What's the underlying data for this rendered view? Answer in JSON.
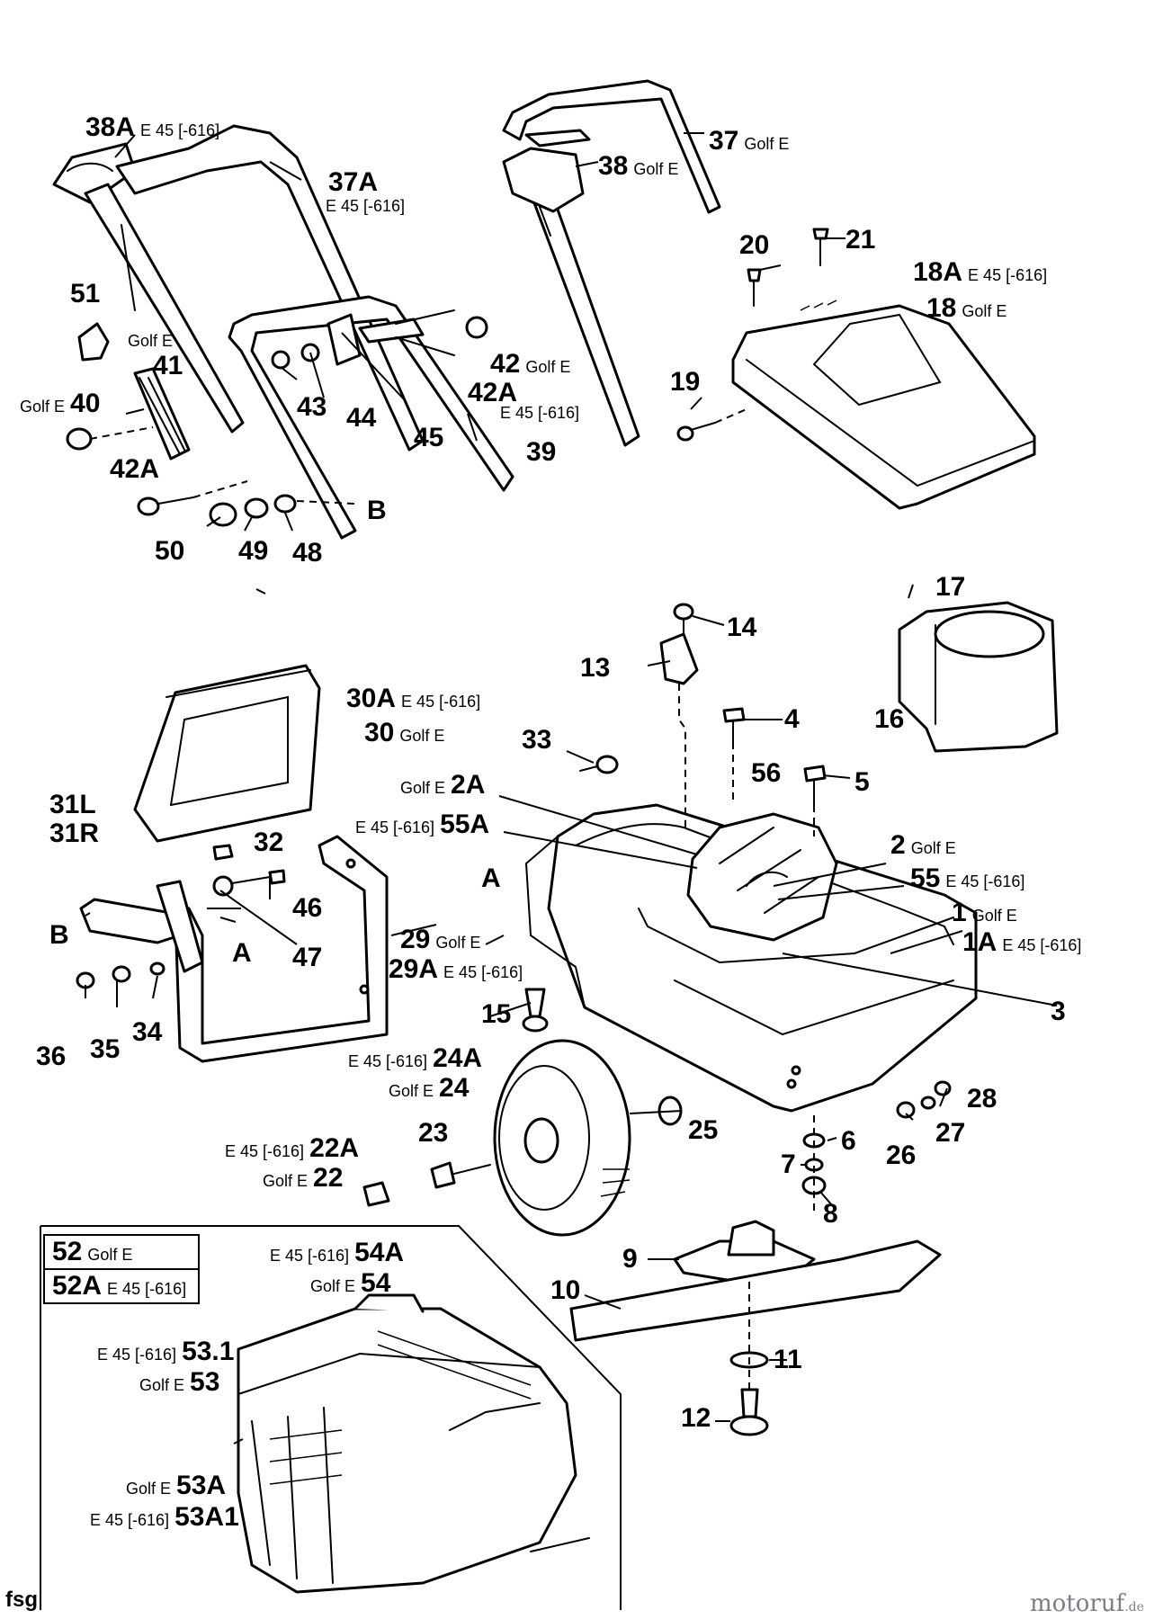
{
  "callouts": {
    "p38A": "38A",
    "v38A": "E 45 [-616]",
    "p37A": "37A",
    "v37A": "E 45 [-616]",
    "p37": "37",
    "v37": "Golf E",
    "p38": "38",
    "v38": "Golf E",
    "p20": "20",
    "p21": "21",
    "p18A": "18A",
    "v18A": "E 45 [-616]",
    "p18": "18",
    "v18": "Golf E",
    "p51": "51",
    "vGolfE51": "Golf E",
    "p41": "41",
    "p40": "40",
    "v40": "Golf E",
    "p42": "42",
    "v42": "Golf E",
    "p42A": "42A",
    "v42A": "E 45 [-616]",
    "p42Aleft": "42A",
    "p43": "43",
    "p44": "44",
    "p45": "45",
    "p39": "39",
    "p19": "19",
    "pB1": "B",
    "p50": "50",
    "p49": "49",
    "p48": "48",
    "p17": "17",
    "p14": "14",
    "p13": "13",
    "p16": "16",
    "p30A": "30A",
    "v30A": "E 45 [-616]",
    "p30": "30",
    "v30": "Golf E",
    "p4": "4",
    "p33": "33",
    "p56": "56",
    "p5": "5",
    "p2A": "2A",
    "v2A": "Golf E",
    "p55A": "55A",
    "v55A": "E 45 [-616]",
    "p2": "2",
    "v2": "Golf E",
    "p55": "55",
    "v55": "E 45 [-616]",
    "p31L": "31L",
    "p31R": "31R",
    "p32": "32",
    "pA1": "A",
    "pA2": "A",
    "p1": "1",
    "v1": "Golf E",
    "p1A": "1A",
    "v1A": "E 45 [-616]",
    "p46": "46",
    "pB2": "B",
    "p47": "47",
    "p29": "29",
    "v29": "Golf E",
    "p29A": "29A",
    "v29A": "E 45 [-616]",
    "p3": "3",
    "p15": "15",
    "p36": "36",
    "p35": "35",
    "p34": "34",
    "p24A": "24A",
    "v24A": "E 45 [-616]",
    "p24": "24",
    "v24": "Golf E",
    "p28": "28",
    "p23": "23",
    "p25": "25",
    "p22A": "22A",
    "v22A": "E 45 [-616]",
    "p6": "6",
    "p27": "27",
    "p26": "26",
    "p22": "22",
    "v22": "Golf E",
    "p7": "7",
    "p8": "8",
    "p9": "9",
    "p10": "10",
    "p11": "11",
    "p12": "12",
    "p52": "52",
    "v52": "Golf E",
    "p52A": "52A",
    "v52A": "E 45 [-616]",
    "p54A": "54A",
    "v54A": "E 45 [-616]",
    "p54": "54",
    "v54": "Golf E",
    "p53_1": "53.1",
    "v53_1": "E 45 [-616]",
    "p53": "53",
    "v53": "Golf E",
    "p53A": "53A",
    "v53A": "Golf E",
    "p53A1": "53A1",
    "v53A1": "E 45 [-616]"
  },
  "footer": {
    "code": "fsg",
    "brand": "motoruf",
    "brand_suffix": ".de"
  }
}
